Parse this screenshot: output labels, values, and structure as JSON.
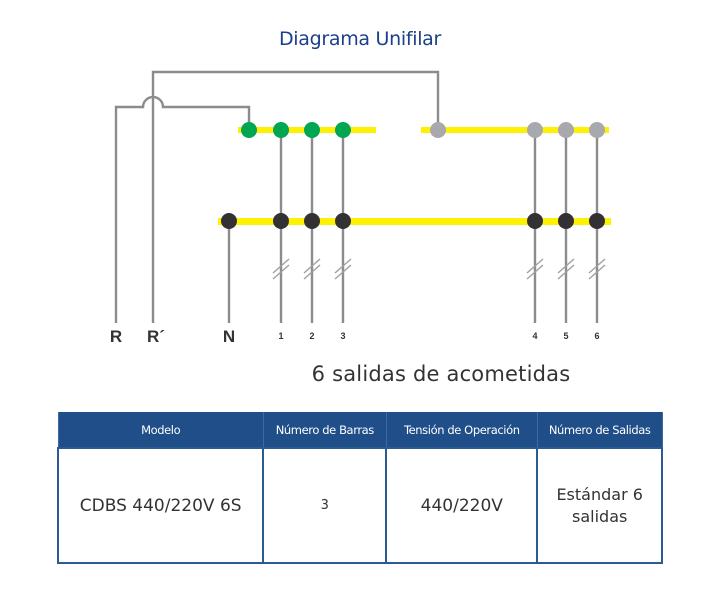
{
  "diagram": {
    "title": "Diagrama Unifilar",
    "subtitle": "6 salidas de acometidas",
    "colors": {
      "bus_bar": "#fff200",
      "wire": "#8c8c8c",
      "terminal_green": "#00a651",
      "terminal_grey": "#a7a9ac",
      "terminal_dark": "#333132",
      "title": "#1b3f8a",
      "table_header": "#1f4e88"
    },
    "input_labels": [
      "R",
      "R´",
      "N"
    ],
    "output_labels": [
      "1",
      "2",
      "3",
      "4",
      "5",
      "6"
    ],
    "bars": [
      {
        "name": "R",
        "terminal_color": "green",
        "terminals": 4
      },
      {
        "name": "R´",
        "terminal_color": "grey",
        "terminals": 4
      },
      {
        "name": "N",
        "terminal_color": "dark",
        "terminals": 7
      }
    ]
  },
  "table": {
    "headers": [
      "Modelo",
      "Número de Barras",
      "Tensión de Operación",
      "Número de Salidas"
    ],
    "rows": [
      [
        "CDBS 440/220V 6S",
        "3",
        "440/220V",
        "Estándar 6 salidas"
      ]
    ]
  }
}
